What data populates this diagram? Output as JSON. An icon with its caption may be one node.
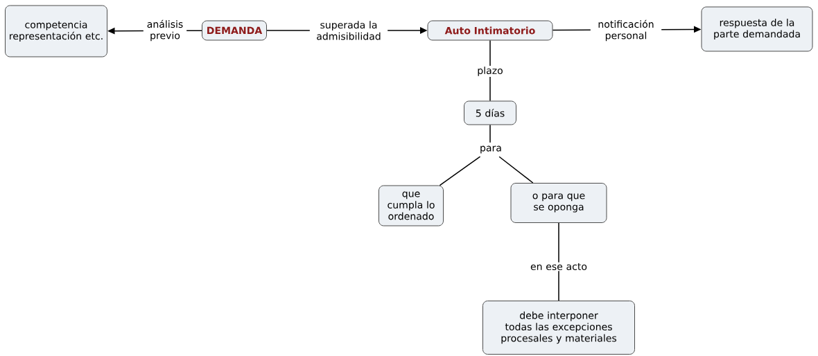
{
  "diagram": {
    "nodes": [
      {
        "text": [
          "competencia representación etc."
        ]
      },
      {
        "text": [
          "DEMANDA"
        ]
      },
      {
        "text": [
          "Auto Intimatorio"
        ]
      },
      {
        "text": [
          "respuesta de la parte demandada"
        ]
      },
      {
        "text": [
          "5 días"
        ]
      },
      {
        "text": [
          "para"
        ]
      },
      {
        "text": [
          "que cumpla lo ordenado"
        ]
      },
      {
        "text": [
          "o para que se oponga"
        ]
      },
      {
        "text": [
          "debe interponer todas las excepciones procesales y materiales"
        ]
      }
    ],
    "edges": [
      {
        "from": 1,
        "to": 0,
        "arrow": "to",
        "label": "análisis previo"
      },
      {
        "from": 1,
        "to": 2,
        "arrow": "to",
        "label": "superada la admisibilidad"
      },
      {
        "from": 2,
        "to": 3,
        "arrow": "to",
        "label": "notificación personal"
      },
      {
        "from": 2,
        "to": 4,
        "arrow": "none",
        "label": "plazo"
      },
      {
        "from": 4,
        "to": 5,
        "arrow": "none"
      },
      {
        "from": 5,
        "to": 6,
        "arrow": "none"
      },
      {
        "from": 5,
        "to": 7,
        "arrow": "none"
      },
      {
        "from": 7,
        "to": 8,
        "arrow": "none",
        "label": "en ese acto"
      }
    ]
  }
}
